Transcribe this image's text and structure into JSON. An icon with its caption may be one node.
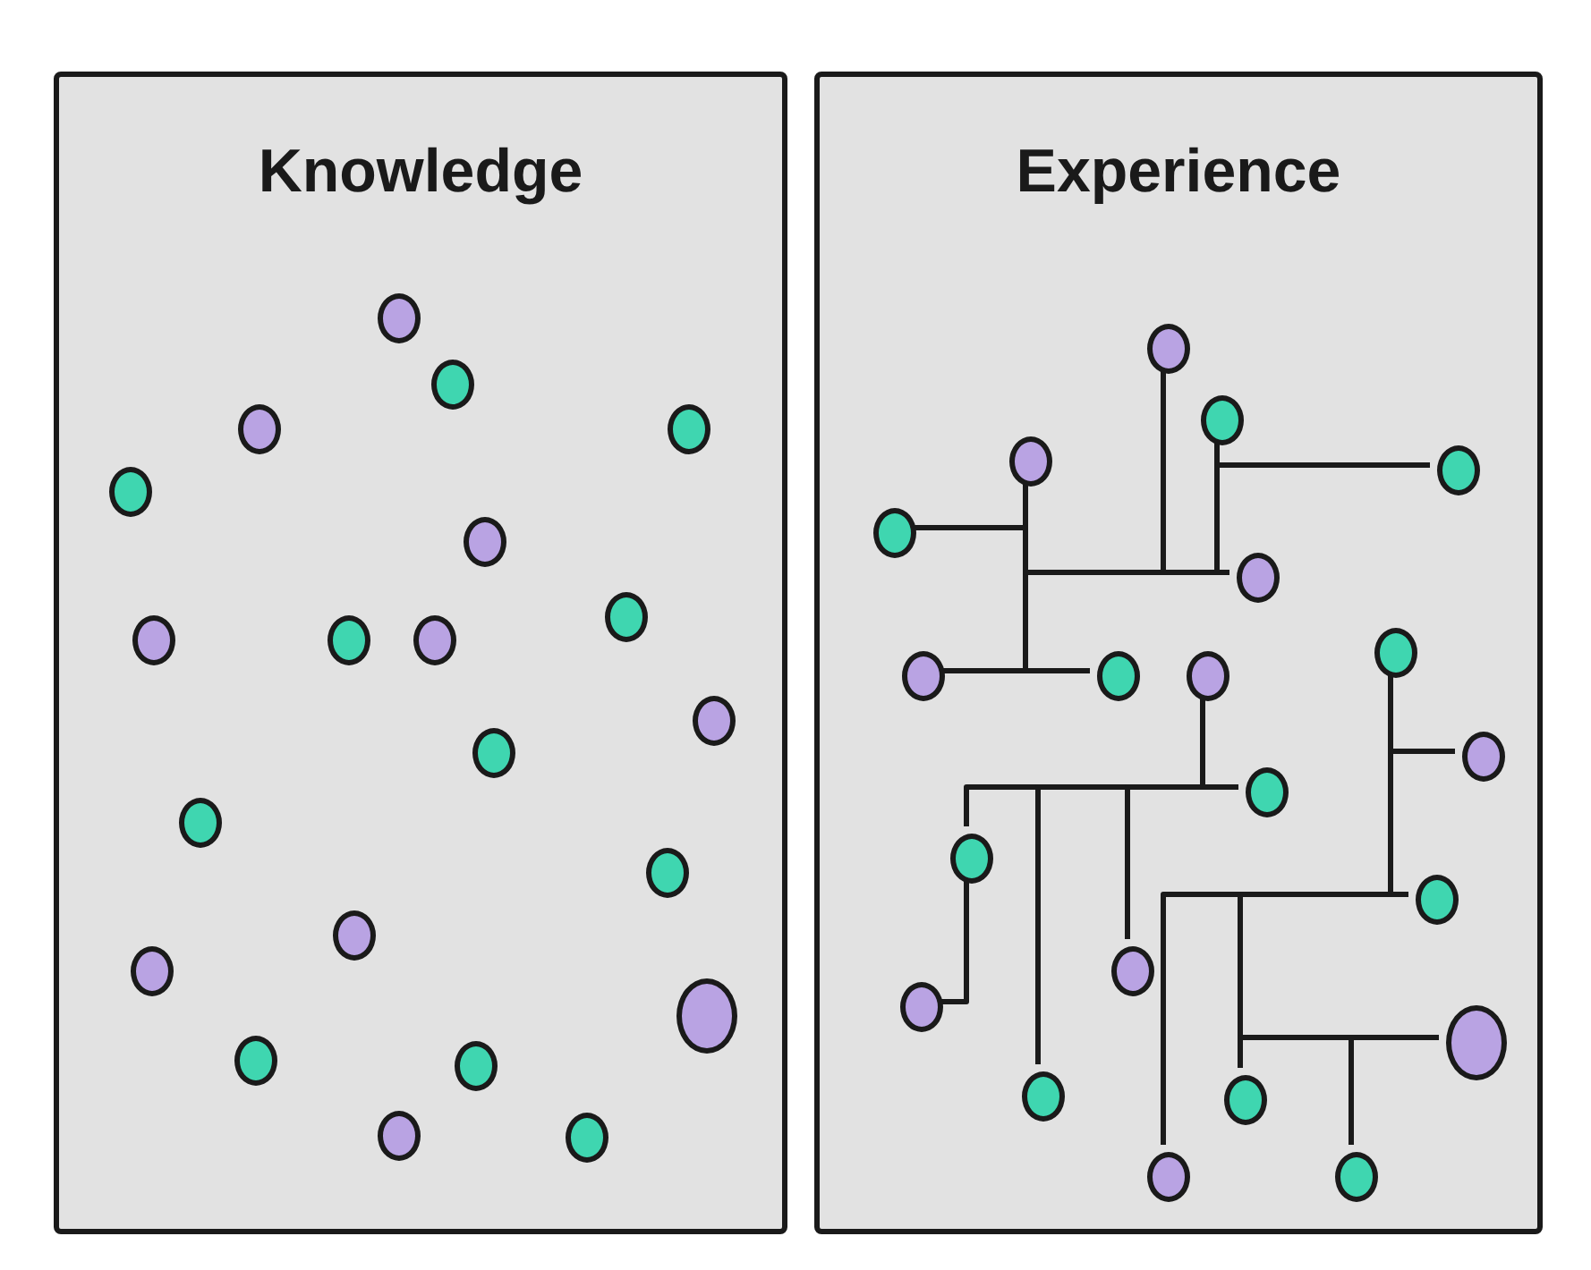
{
  "diagram": {
    "nodes": [
      {
        "text": [
          "Knowledge"
        ]
      },
      {
        "text": [],
        "shape": "circle",
        "in": 0
      },
      {
        "text": [],
        "shape": "circle",
        "in": 0
      },
      {
        "text": [],
        "shape": "circle",
        "in": 0
      },
      {
        "text": [],
        "shape": "circle",
        "in": 0
      },
      {
        "text": [],
        "shape": "circle",
        "in": 0
      },
      {
        "text": [],
        "shape": "circle",
        "in": 0
      },
      {
        "text": [],
        "shape": "circle",
        "in": 0
      },
      {
        "text": [],
        "shape": "circle",
        "in": 0
      },
      {
        "text": [],
        "shape": "circle",
        "in": 0
      },
      {
        "text": [],
        "shape": "circle",
        "in": 0
      },
      {
        "text": [],
        "shape": "circle",
        "in": 0
      },
      {
        "text": [],
        "shape": "circle",
        "in": 0
      },
      {
        "text": [],
        "shape": "circle",
        "in": 0
      },
      {
        "text": [],
        "shape": "circle",
        "in": 0
      },
      {
        "text": [],
        "shape": "circle",
        "in": 0
      },
      {
        "text": [],
        "shape": "circle",
        "in": 0
      },
      {
        "text": [],
        "shape": "circle",
        "in": 0
      },
      {
        "text": [],
        "shape": "circle",
        "in": 0
      },
      {
        "text": [],
        "shape": "circle",
        "in": 0
      },
      {
        "text": [],
        "shape": "circle",
        "in": 0
      },
      {
        "text": [],
        "shape": "circle",
        "in": 0
      },
      {
        "text": [
          "Experience"
        ]
      },
      {
        "text": [],
        "shape": "circle",
        "in": 22
      },
      {
        "text": [],
        "shape": "circle",
        "in": 22
      },
      {
        "text": [],
        "shape": "circle",
        "in": 22
      },
      {
        "text": [],
        "shape": "circle",
        "in": 22
      },
      {
        "text": [],
        "shape": "circle",
        "in": 22
      },
      {
        "text": [],
        "shape": "circle",
        "in": 22
      },
      {
        "text": [],
        "shape": "circle",
        "in": 22
      },
      {
        "text": [],
        "shape": "circle",
        "in": 22
      },
      {
        "text": [],
        "shape": "circle",
        "in": 22
      },
      {
        "text": [],
        "shape": "circle",
        "in": 22
      },
      {
        "text": [],
        "shape": "circle",
        "in": 22
      },
      {
        "text": [],
        "shape": "circle",
        "in": 22
      },
      {
        "text": [],
        "shape": "circle",
        "in": 22
      },
      {
        "text": [],
        "shape": "circle",
        "in": 22
      },
      {
        "text": [],
        "shape": "circle",
        "in": 22
      },
      {
        "text": [],
        "shape": "circle",
        "in": 22
      },
      {
        "text": [],
        "shape": "circle",
        "in": 22
      },
      {
        "text": [],
        "shape": "circle",
        "in": 22
      },
      {
        "text": [],
        "shape": "circle",
        "in": 22
      },
      {
        "text": [],
        "shape": "circle",
        "in": 22
      },
      {
        "text": [],
        "shape": "circle",
        "in": 22
      }
    ],
    "edges": [
      {
        "from": 23,
        "to": 28,
        "arrow": "none"
      },
      {
        "from": 25,
        "to": 29,
        "arrow": "none"
      },
      {
        "from": 27,
        "to": 25,
        "arrow": "none"
      },
      {
        "from": 24,
        "to": 26,
        "arrow": "none"
      },
      {
        "from": 24,
        "to": 28,
        "arrow": "none"
      },
      {
        "from": 25,
        "to": 28,
        "arrow": "none"
      },
      {
        "from": 29,
        "to": 30,
        "arrow": "none"
      },
      {
        "from": 35,
        "to": 34,
        "arrow": "none"
      },
      {
        "from": 31,
        "to": 34,
        "arrow": "none"
      },
      {
        "from": 40,
        "to": 34,
        "arrow": "none"
      },
      {
        "from": 37,
        "to": 34,
        "arrow": "none"
      },
      {
        "from": 32,
        "to": 36,
        "arrow": "none"
      },
      {
        "from": 32,
        "to": 33,
        "arrow": "none"
      },
      {
        "from": 41,
        "to": 36,
        "arrow": "none"
      },
      {
        "from": 42,
        "to": 36,
        "arrow": "none"
      },
      {
        "from": 38,
        "to": 35,
        "arrow": "none"
      },
      {
        "from": 43,
        "to": 39,
        "arrow": "none"
      },
      {
        "from": 41,
        "to": 39,
        "arrow": "none"
      }
    ]
  }
}
